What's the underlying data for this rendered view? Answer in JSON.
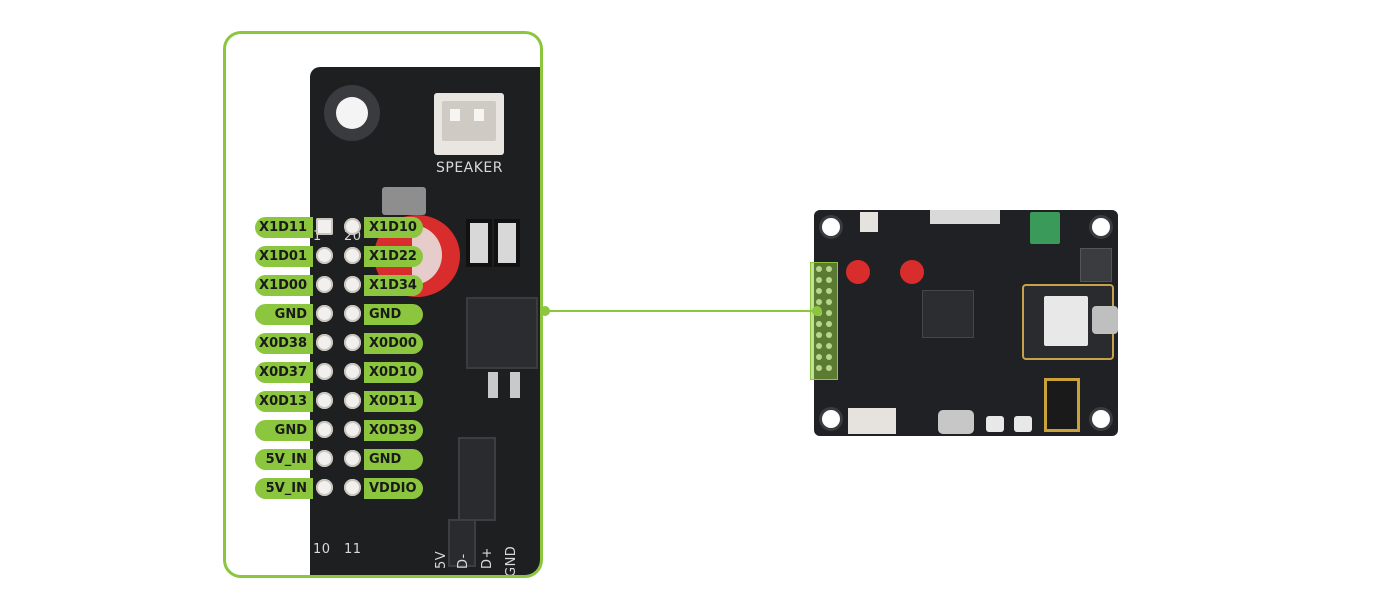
{
  "colors": {
    "accent": "#8cc63f",
    "pcb": "#1e1f21",
    "background": "#ffffff"
  },
  "silkscreen": {
    "speaker": "SPEAKER",
    "pin_top_left": "1",
    "pin_top_right": "20",
    "pin_bottom_left": "10",
    "pin_bottom_right": "11",
    "usb_5v": "5V",
    "usb_dminus": "D-",
    "usb_dplus": "D+",
    "usb_gnd": "GND"
  },
  "pins": {
    "left": [
      "X1D11",
      "X1D01",
      "X1D00",
      "GND",
      "X0D38",
      "X0D37",
      "X0D13",
      "GND",
      "5V_IN",
      "5V_IN"
    ],
    "right": [
      "X1D10",
      "X1D22",
      "X1D34",
      "GND",
      "X0D00",
      "X0D10",
      "X0D11",
      "X0D39",
      "GND",
      "VDDIO"
    ]
  }
}
